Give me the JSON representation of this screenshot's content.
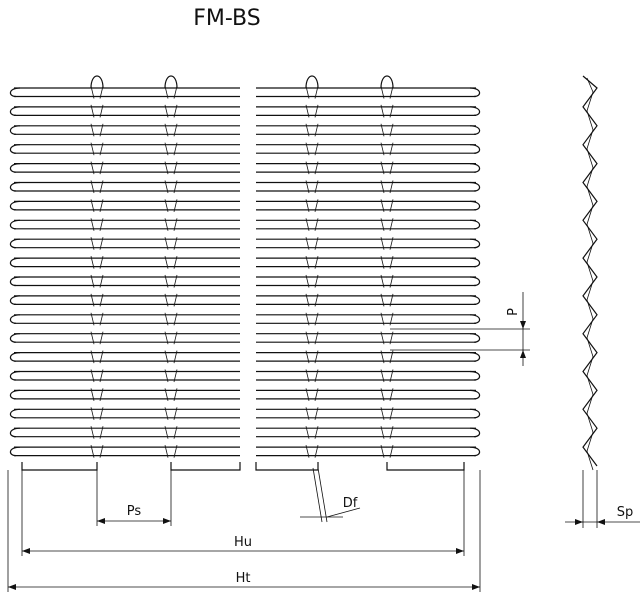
{
  "title": "FM-BS",
  "labels": {
    "pitch_p": "P",
    "spiral_pitch_ps": "Ps",
    "usable_width_hu": "Hu",
    "total_width_ht": "Ht",
    "flat_wire_df": "Df",
    "spiral_thickness_sp": "Sp"
  },
  "mesh": {
    "row_count": 20
  }
}
